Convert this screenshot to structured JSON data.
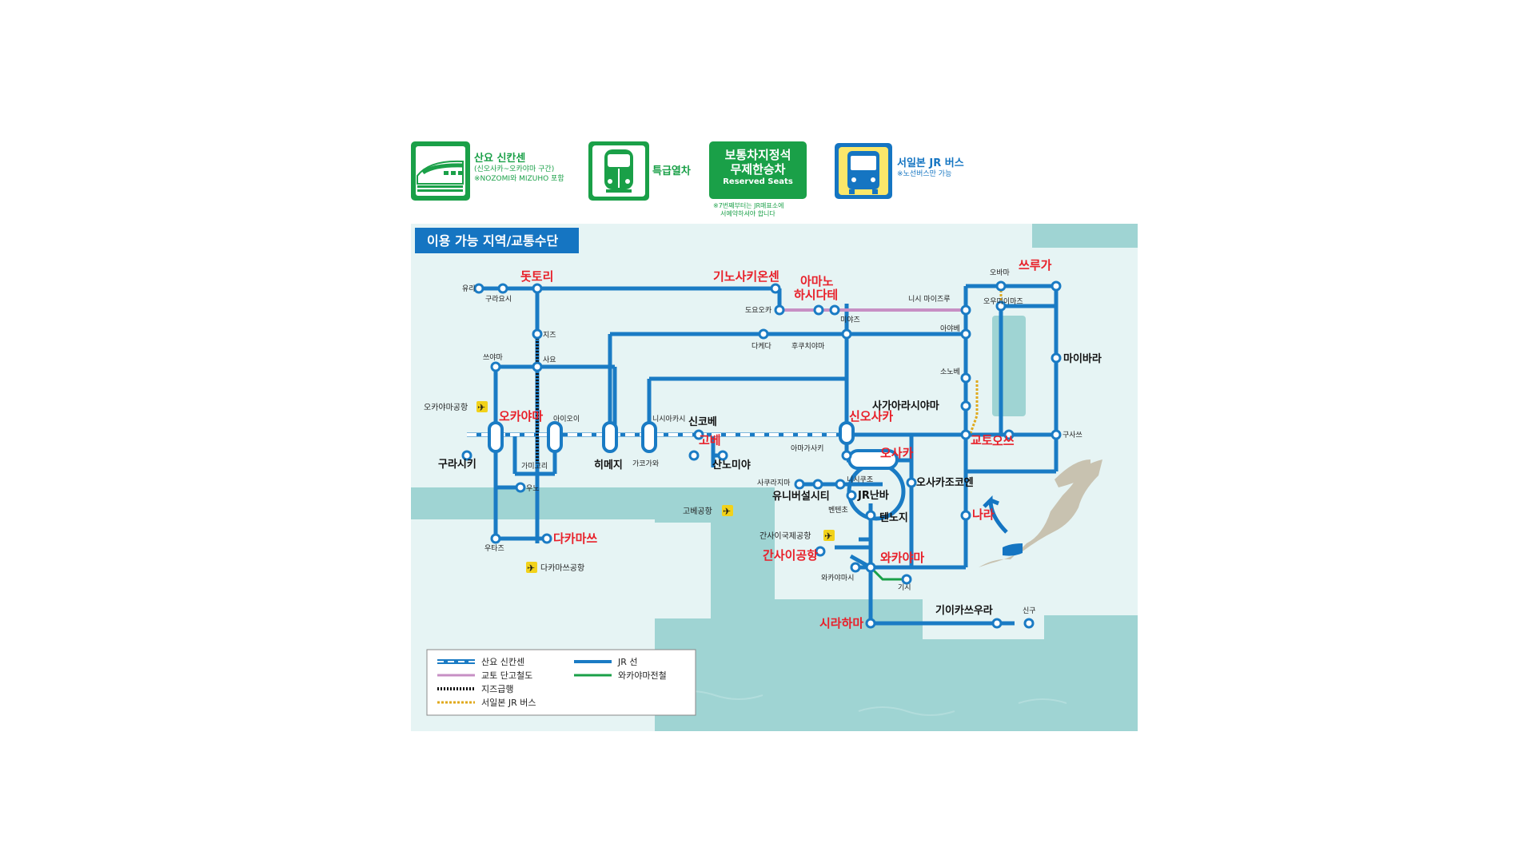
{
  "legend_top": {
    "shinkansen": {
      "icon": "shinkansen-train-icon",
      "title": "산요 신칸센",
      "sub1": "(신오사카~오카야마 구간)",
      "sub2": "※NOZOMI와 MIZUHO 포함"
    },
    "limited_express": {
      "icon": "express-train-icon",
      "title": "특급열차"
    },
    "reserved": {
      "line1": "보통차지정석",
      "line2": "무제한승차",
      "line3": "Reserved Seats",
      "note1": "※7번째부터는 JR매표소에",
      "note2": "서예약하셔야 합니다"
    },
    "bus": {
      "icon": "bus-icon",
      "title": "서일본 JR 버스",
      "sub": "※노선버스만 가능"
    }
  },
  "map": {
    "title": "이용 가능 지역/교통수단",
    "colors": {
      "jr_line": "#1a7bc4",
      "kyoto_tango": "#c78fc4",
      "wakayama": "#1aa048",
      "bus": "#e0a91c",
      "major_station": "#e8202a",
      "sea": "#9fd4d3",
      "land": "#ffffff",
      "land_tint": "#e6f4f4"
    },
    "major_stations": {
      "tottori": "돗토리",
      "kinosaki": "기노사키온센",
      "amanohashidate_1": "아마노",
      "amanohashidate_2": "하시다테",
      "tsuruga": "쓰루가",
      "okayama": "오카야마",
      "shinosaka": "신오사카",
      "kobe": "고베",
      "osaka": "오사카",
      "kyoto": "교토",
      "otsu": "오쓰",
      "nara": "나라",
      "takamatsu": "다카마쓰",
      "kansai_airport": "간사이공항",
      "wakayama": "와카야마",
      "shirahama": "시라하마"
    },
    "bold_stations": {
      "maibara": "마이바라",
      "sagaarashiyama": "사가아라시야마",
      "shinkobe": "신코베",
      "kurashiki": "구라시키",
      "himeji": "히메지",
      "sannomiya": "산노미야",
      "osakajokoen": "오사카조코엔",
      "universal": "유니버설시티",
      "jrnamba": "JR난바",
      "tennoji": "텐노지",
      "kiikatsuura": "기이카쓰우라"
    },
    "small_stations": {
      "yurihama": "유리",
      "kurayoshi": "구라요시",
      "chizu": "지즈",
      "sayo": "사요",
      "tsuyama": "쓰야마",
      "aioi": "아이오이",
      "kamigori": "가미고리",
      "uno": "우노",
      "utazu": "우타즈",
      "nishiakashi": "니시아카시",
      "kakogawa": "가코가와",
      "amagasaki": "아마가사키",
      "toyooka": "도요오카",
      "fukuchiyama": "후쿠치야마",
      "sasayamaguchi": "다케다",
      "miyazu": "미야즈",
      "nishimaizuru": "니시 마이즈루",
      "obama": "오바마",
      "omiimaizu": "오우미이마즈",
      "ayabe": "아야베",
      "sonobe": "소노베",
      "kusatsu": "구사쓰",
      "sakurajima": "사쿠라지마",
      "nishikujo": "니시쿠조",
      "bentencho": "벤텐초",
      "wakayamashi": "와카야마시",
      "kishi": "기시",
      "shingu": "신구"
    },
    "airports": {
      "okayama": "오카야마공항",
      "kobe": "고베공항",
      "kansai": "간사이국제공항",
      "takamatsu": "다카마쓰공항"
    },
    "legend": {
      "shinkansen": "산요 신칸센",
      "kyoto_tango": "교토 단고철도",
      "chizu_express": "지즈급행",
      "jr_bus": "서일본 JR 버스",
      "jr_line": "JR 선",
      "wakayama_electric": "와카야마전철"
    }
  }
}
